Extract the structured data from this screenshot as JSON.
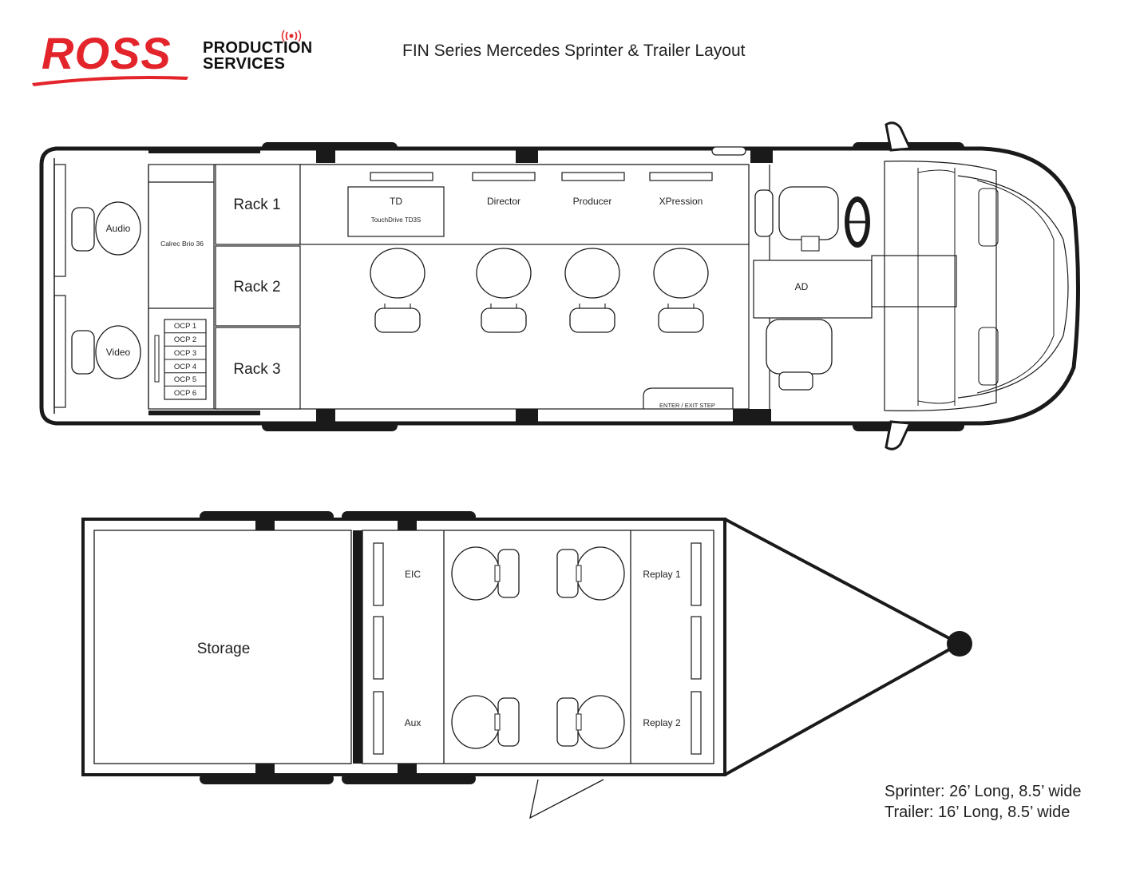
{
  "header": {
    "brand_name": "ROSS",
    "service_line_1": "PRODUCTION",
    "service_line_2": "SERVICES",
    "title": "FIN Series Mercedes Sprinter & Trailer Layout"
  },
  "colors": {
    "brand_red": "#e3242b",
    "line": "#1a1a1a",
    "background": "#ffffff"
  },
  "sprinter": {
    "audio": "Audio",
    "video": "Video",
    "calrec": "Calrec Brio 36",
    "ocp": [
      "OCP 1",
      "OCP 2",
      "OCP 3",
      "OCP 4",
      "OCP 5",
      "OCP 6"
    ],
    "rack1": "Rack 1",
    "rack2": "Rack 2",
    "rack3": "Rack 3",
    "td": "TD",
    "td_model": "TouchDrive TD3S",
    "director": "Director",
    "producer": "Producer",
    "xpression": "XPression",
    "ad": "AD",
    "step": "ENTER / EXIT STEP"
  },
  "trailer": {
    "storage": "Storage",
    "eic": "EIC",
    "aux": "Aux",
    "replay1": "Replay 1",
    "replay2": "Replay 2"
  },
  "specs": {
    "sprinter": "Sprinter: 26’ Long, 8.5’ wide",
    "trailer": "Trailer: 16’ Long, 8.5’ wide"
  }
}
